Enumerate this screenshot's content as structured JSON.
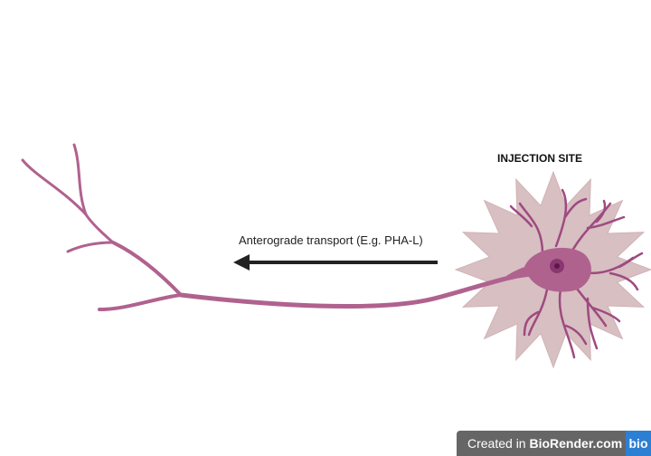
{
  "title": "INJECTION SITE",
  "arrow_label": "Anterograde transport (E.g. PHA-L)",
  "badge": {
    "prefix": "Created in ",
    "brand": "BioRender.com",
    "logo": "bio"
  },
  "colors": {
    "neuron": "#b0628f",
    "glow": "#d8bfc2",
    "arrow": "#222222",
    "nucleus": "#7a2a63"
  }
}
